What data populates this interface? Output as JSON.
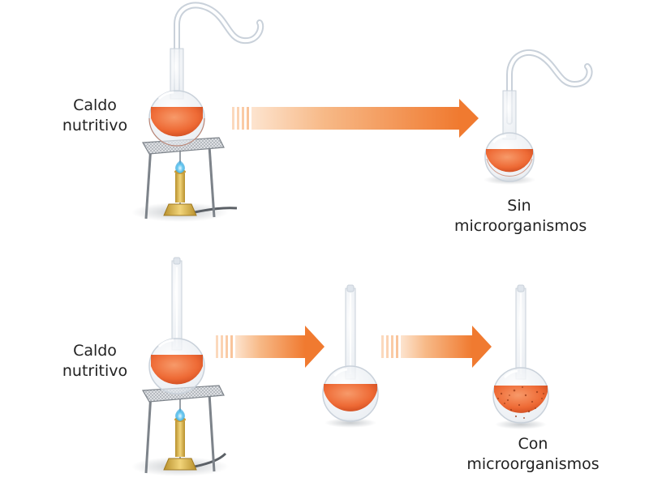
{
  "labels": {
    "top_broth": [
      "Caldo",
      "nutritivo"
    ],
    "top_result": [
      "Sin",
      "microorganismos"
    ],
    "bottom_broth": [
      "Caldo",
      "nutritivo"
    ],
    "bottom_result": [
      "Con",
      "microorganismos"
    ]
  },
  "colors": {
    "broth": "#ef6a34",
    "broth_dark": "#c8461c",
    "arrow": "#f08038",
    "glass": "#c9d1da",
    "stand": "#8a8f96",
    "flame": "#2aa8e0",
    "burner": "#d9b046",
    "microbe_dots": "#9a3a16"
  },
  "icons": {
    "swan_neck_flask": "swan-neck-flask-icon",
    "straight_neck_flask": "straight-neck-flask-icon",
    "burner_stand": "burner-stand-icon",
    "process_arrow": "process-arrow-icon"
  }
}
